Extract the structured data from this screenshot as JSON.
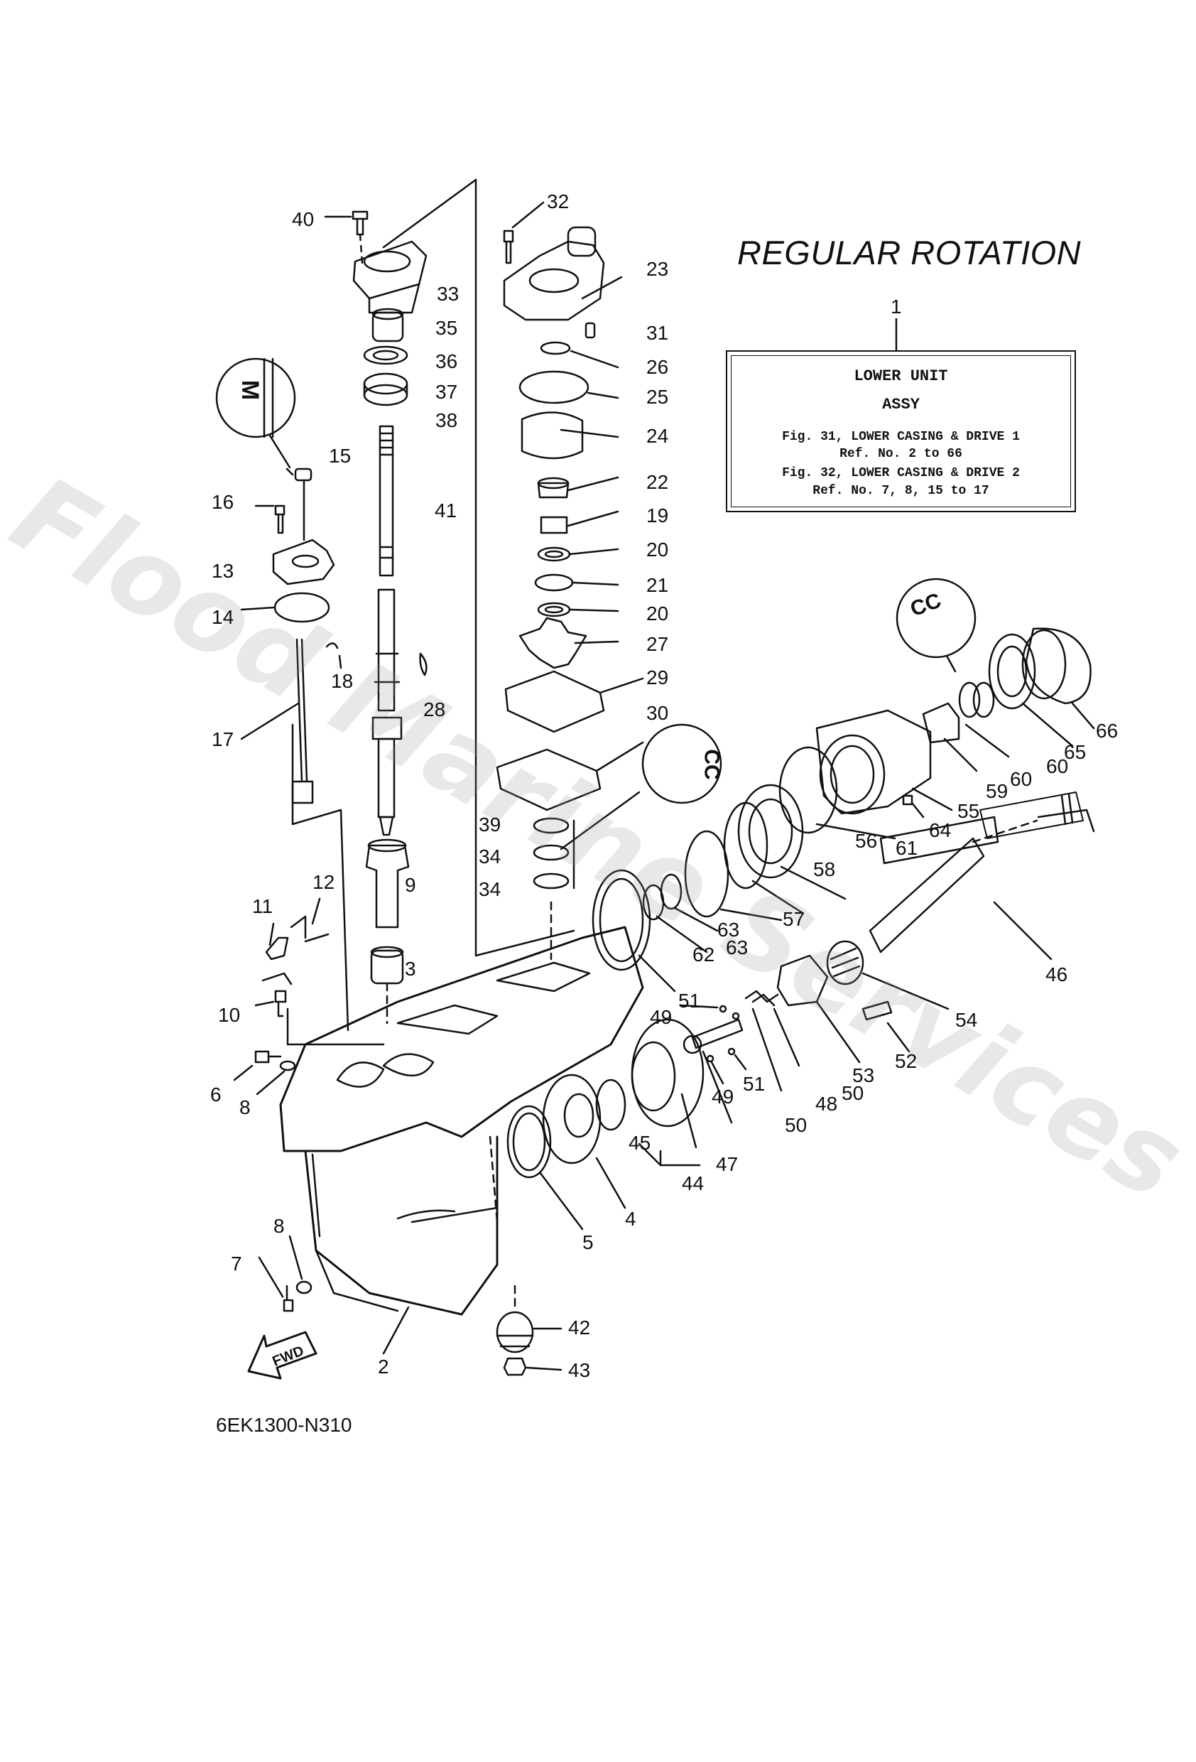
{
  "diagram": {
    "title": "REGULAR ROTATION",
    "figure_ref": "1",
    "drawing_code": "6EK1300-N310",
    "watermark": "Flood Marine Services",
    "info_box": {
      "line1": "LOWER UNIT",
      "line2": "ASSY",
      "line3": "Fig. 31, LOWER CASING & DRIVE 1",
      "line4": "Ref. No. 2 to 66",
      "line5": "Fig. 32, LOWER CASING & DRIVE 2",
      "line6": "Ref. No. 7, 8, 15 to 17"
    },
    "direction_label": "FWD",
    "sealant_marks": [
      "CC",
      "CC"
    ],
    "callouts": [
      "40",
      "32",
      "23",
      "33",
      "35",
      "31",
      "36",
      "26",
      "37",
      "25",
      "38",
      "24",
      "15",
      "22",
      "16",
      "41",
      "19",
      "20",
      "13",
      "21",
      "20",
      "14",
      "27",
      "18",
      "29",
      "28",
      "30",
      "66",
      "17",
      "65",
      "60",
      "60",
      "59",
      "55",
      "61",
      "64",
      "39",
      "34",
      "34",
      "56",
      "9",
      "58",
      "57",
      "63",
      "63",
      "12",
      "62",
      "11",
      "3",
      "46",
      "51",
      "49",
      "54",
      "10",
      "52",
      "50",
      "53",
      "48",
      "6",
      "49",
      "51",
      "50",
      "8",
      "45",
      "47",
      "44",
      "4",
      "5",
      "8",
      "7",
      "42",
      "2",
      "43"
    ]
  }
}
